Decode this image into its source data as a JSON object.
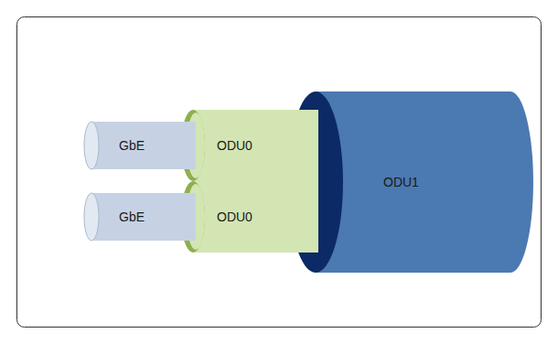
{
  "diagram": {
    "nodes": [
      {
        "text": [
          "ODU1"
        ]
      },
      {
        "text": [
          "ODU0"
        ],
        "in": 0
      },
      {
        "text": [
          "GbE"
        ],
        "in": 1
      },
      {
        "text": [
          "ODU0"
        ],
        "in": 0
      },
      {
        "text": [
          "GbE"
        ],
        "in": 3
      }
    ]
  }
}
